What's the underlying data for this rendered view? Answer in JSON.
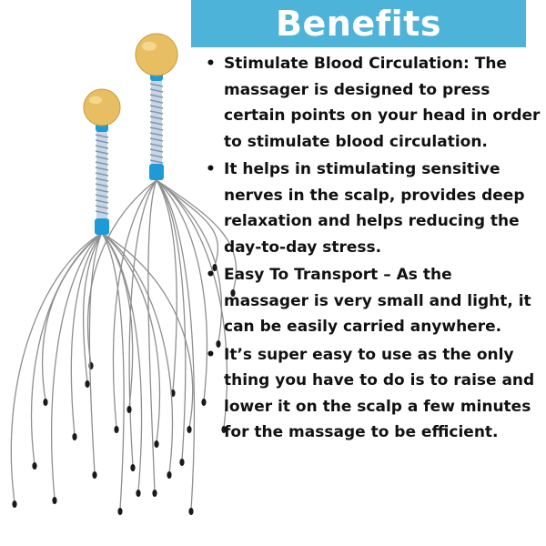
{
  "banner": {
    "title": "Benefits",
    "color": "#4db3d9"
  },
  "benefits": [
    "Stimulate Blood Circulation: The massager is designed to press certain points on your head in order to stimulate blood circulation.",
    "It helps in stimulating sensitive nerves in the scalp, provides deep relaxation and helps reducing the day-to-day stress.",
    "Easy To Transport – As the massager is very small and light, it can be easily carried anywhere.",
    "It’s super easy to use as the only thing you have to do is to raise and lower it on the scalp a few minutes for the massage to be efficient."
  ],
  "bullet_glyph": "•",
  "colors": {
    "handle_ball": "#e7bf62",
    "handle_collar": "#1e9bd7",
    "handle_spring": "#c8d6e4",
    "wire": "#8e8e8e",
    "wire_tip": "#1a1a1a"
  }
}
